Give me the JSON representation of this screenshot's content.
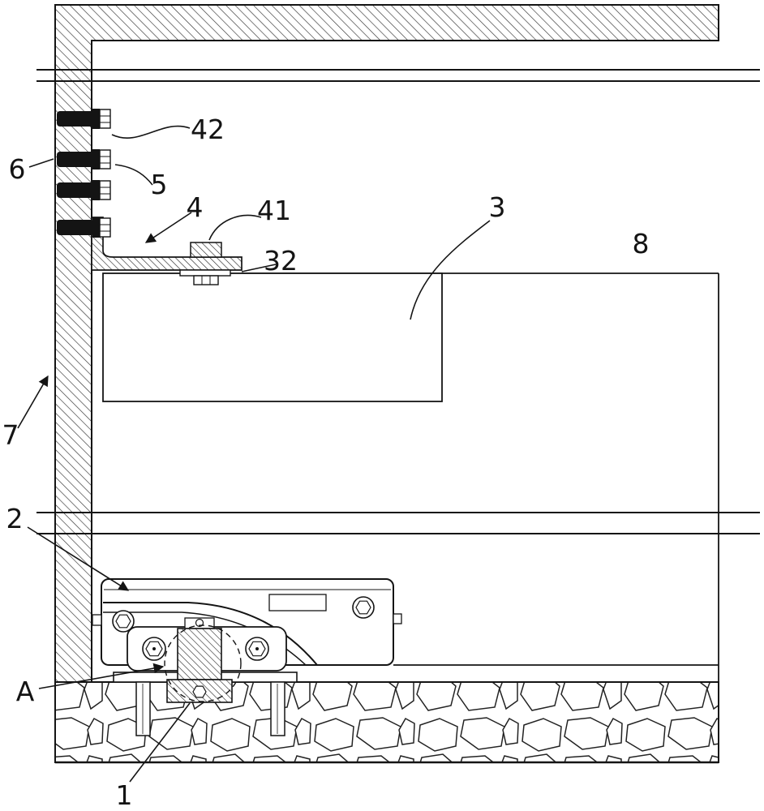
{
  "figure": {
    "type": "patent-technical-drawing",
    "colors": {
      "ink": "#1a1a1a",
      "paper": "#ffffff"
    },
    "labels": {
      "n42": "42",
      "n6": "6",
      "n5": "5",
      "n4": "4",
      "n41": "41",
      "n32": "32",
      "n3": "3",
      "n8": "8",
      "n7": "7",
      "n2": "2",
      "nA": "A",
      "n1": "1"
    }
  }
}
